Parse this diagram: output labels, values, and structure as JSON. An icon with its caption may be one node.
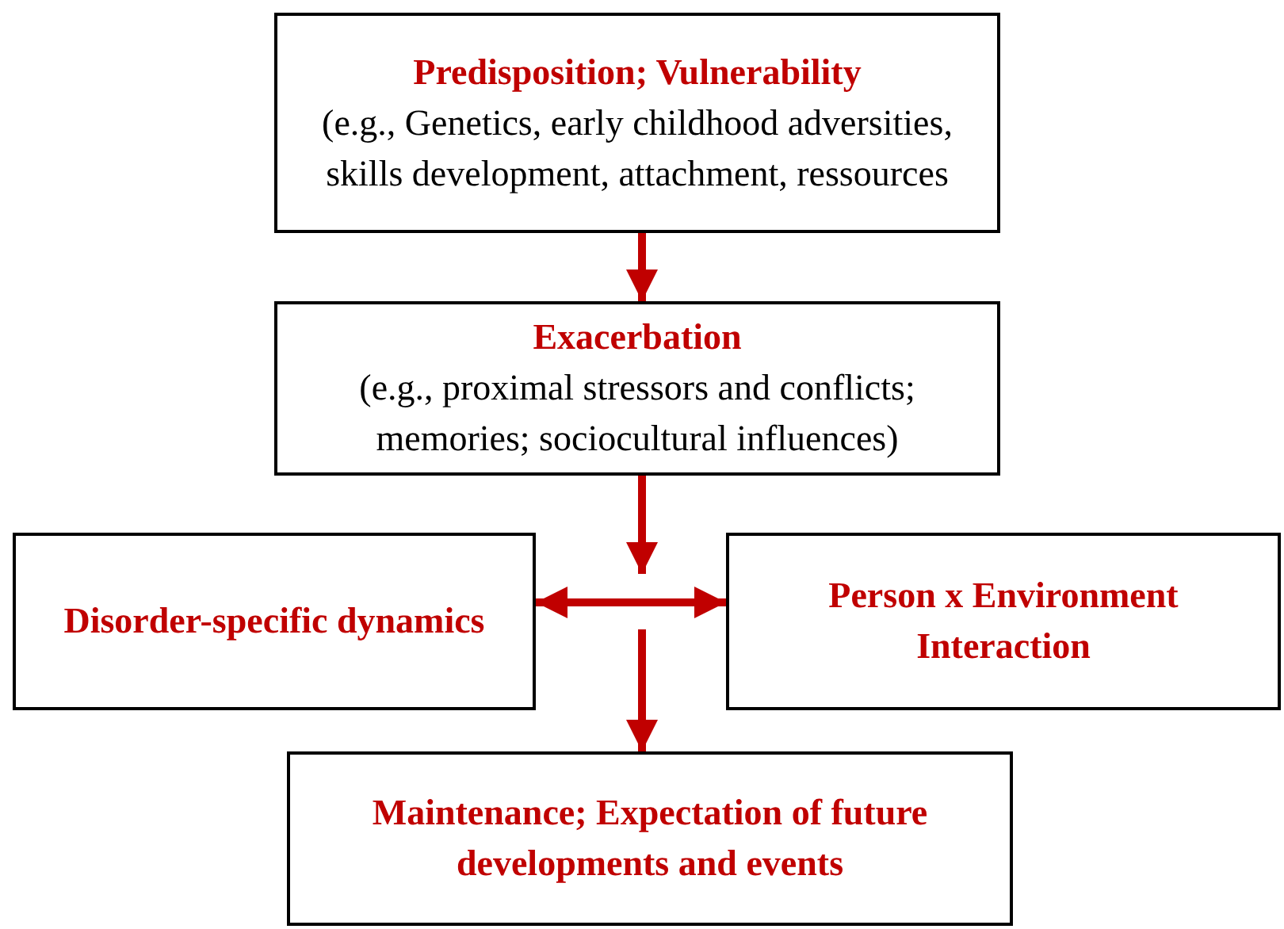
{
  "diagram": {
    "nodes": [
      {
        "text": [
          "Predisposition; Vulnerability",
          "(e.g., Genetics, early childhood adversities, skills development, attachment, ressources"
        ]
      },
      {
        "text": [
          "Exacerbation",
          "(e.g., proximal stressors and conflicts; memories; sociocultural influences)"
        ]
      },
      {
        "text": [
          "Disorder-specific dynamics"
        ]
      },
      {
        "text": [
          "Person x Environment Interaction"
        ]
      },
      {
        "text": [
          "Maintenance; Expectation of future developments and events"
        ]
      }
    ],
    "edges": [
      {
        "from": 0,
        "to": 1,
        "arrow": "to"
      },
      {
        "from": 1,
        "to": null,
        "arrow": "to"
      },
      {
        "from": 2,
        "to": 3,
        "arrow": "both"
      },
      {
        "from": null,
        "to": 4,
        "arrow": "to"
      }
    ]
  }
}
